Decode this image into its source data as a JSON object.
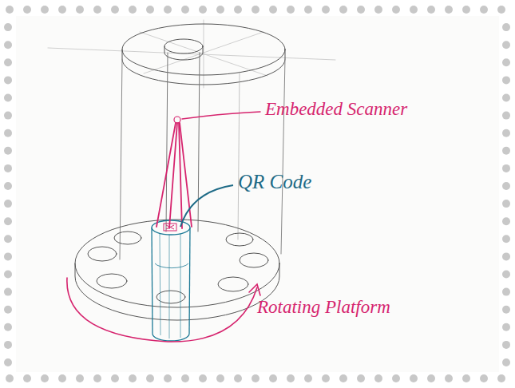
{
  "diagram": {
    "labels": [
      "Embedded Scanner",
      "QR Code",
      "Rotating Platform"
    ]
  }
}
